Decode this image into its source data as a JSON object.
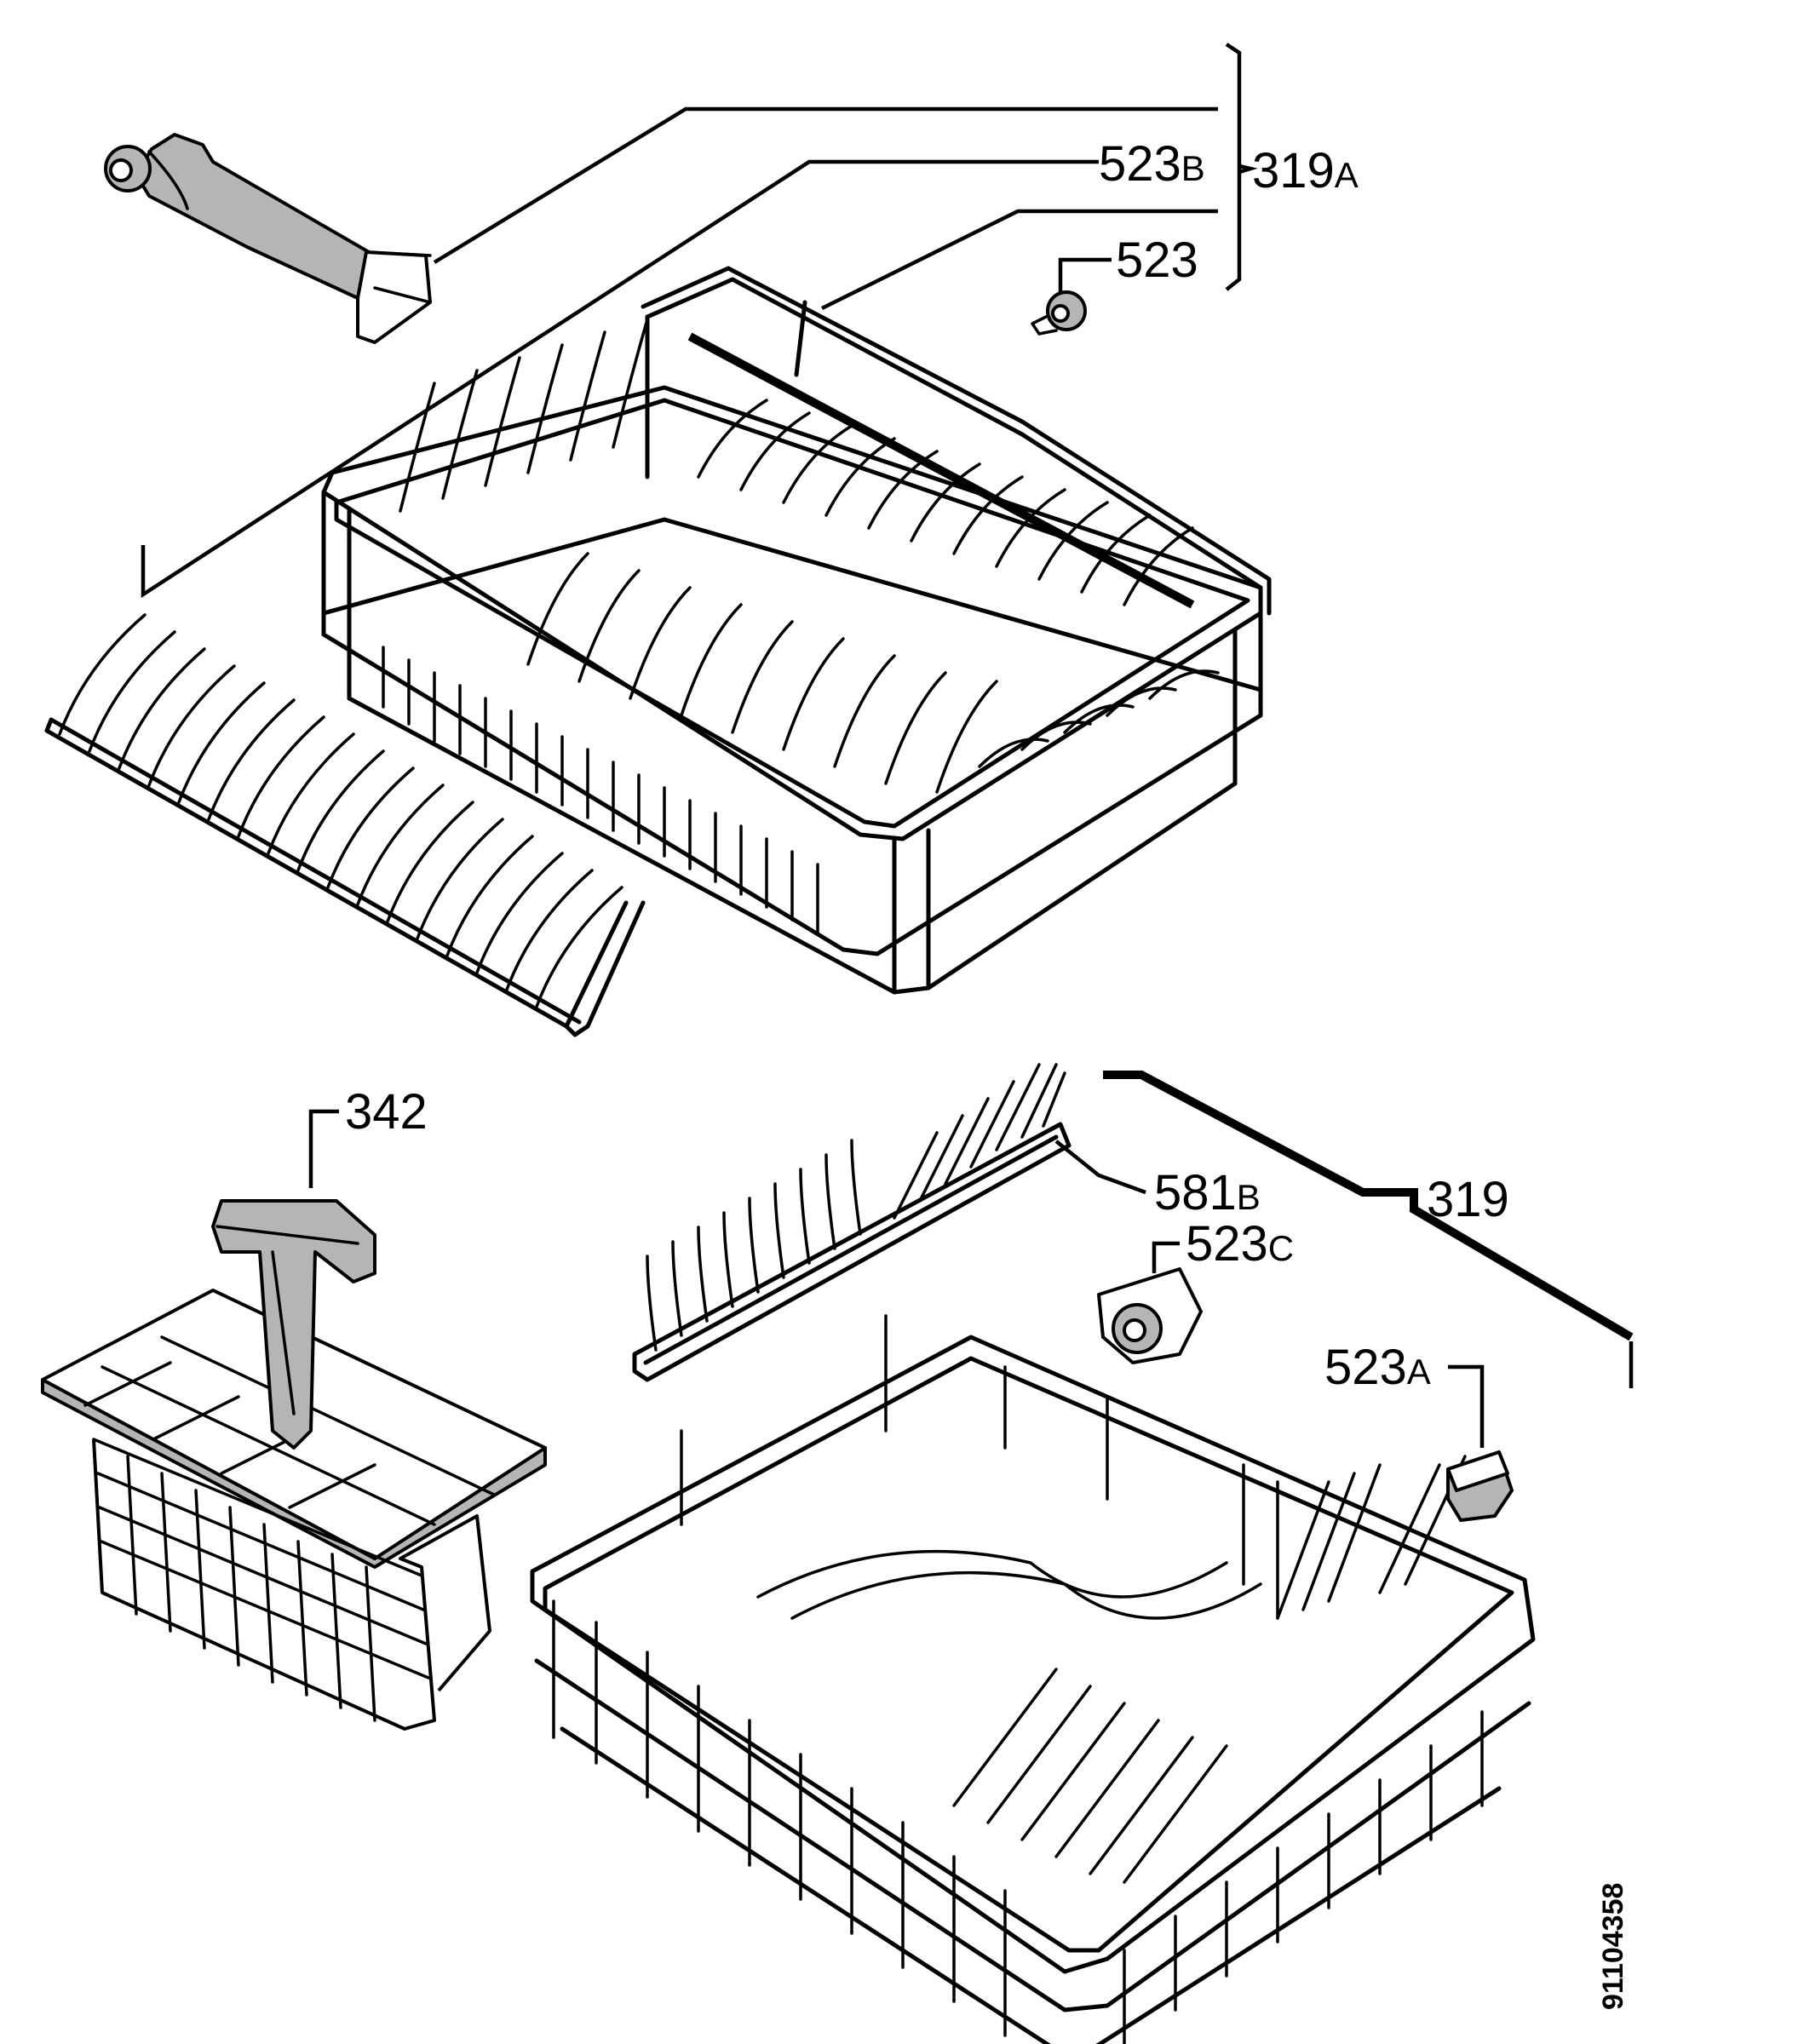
{
  "callouts": {
    "c319a": {
      "num": "319",
      "suffix": "A"
    },
    "c523b": {
      "num": "523",
      "suffix": "B"
    },
    "c523": {
      "num": "523",
      "suffix": ""
    },
    "c342": {
      "num": "342",
      "suffix": ""
    },
    "c581b": {
      "num": "581",
      "suffix": "B"
    },
    "c319": {
      "num": "319",
      "suffix": ""
    },
    "c523c": {
      "num": "523",
      "suffix": "C"
    },
    "c523a": {
      "num": "523",
      "suffix": "A"
    }
  },
  "document_number": "91104358"
}
